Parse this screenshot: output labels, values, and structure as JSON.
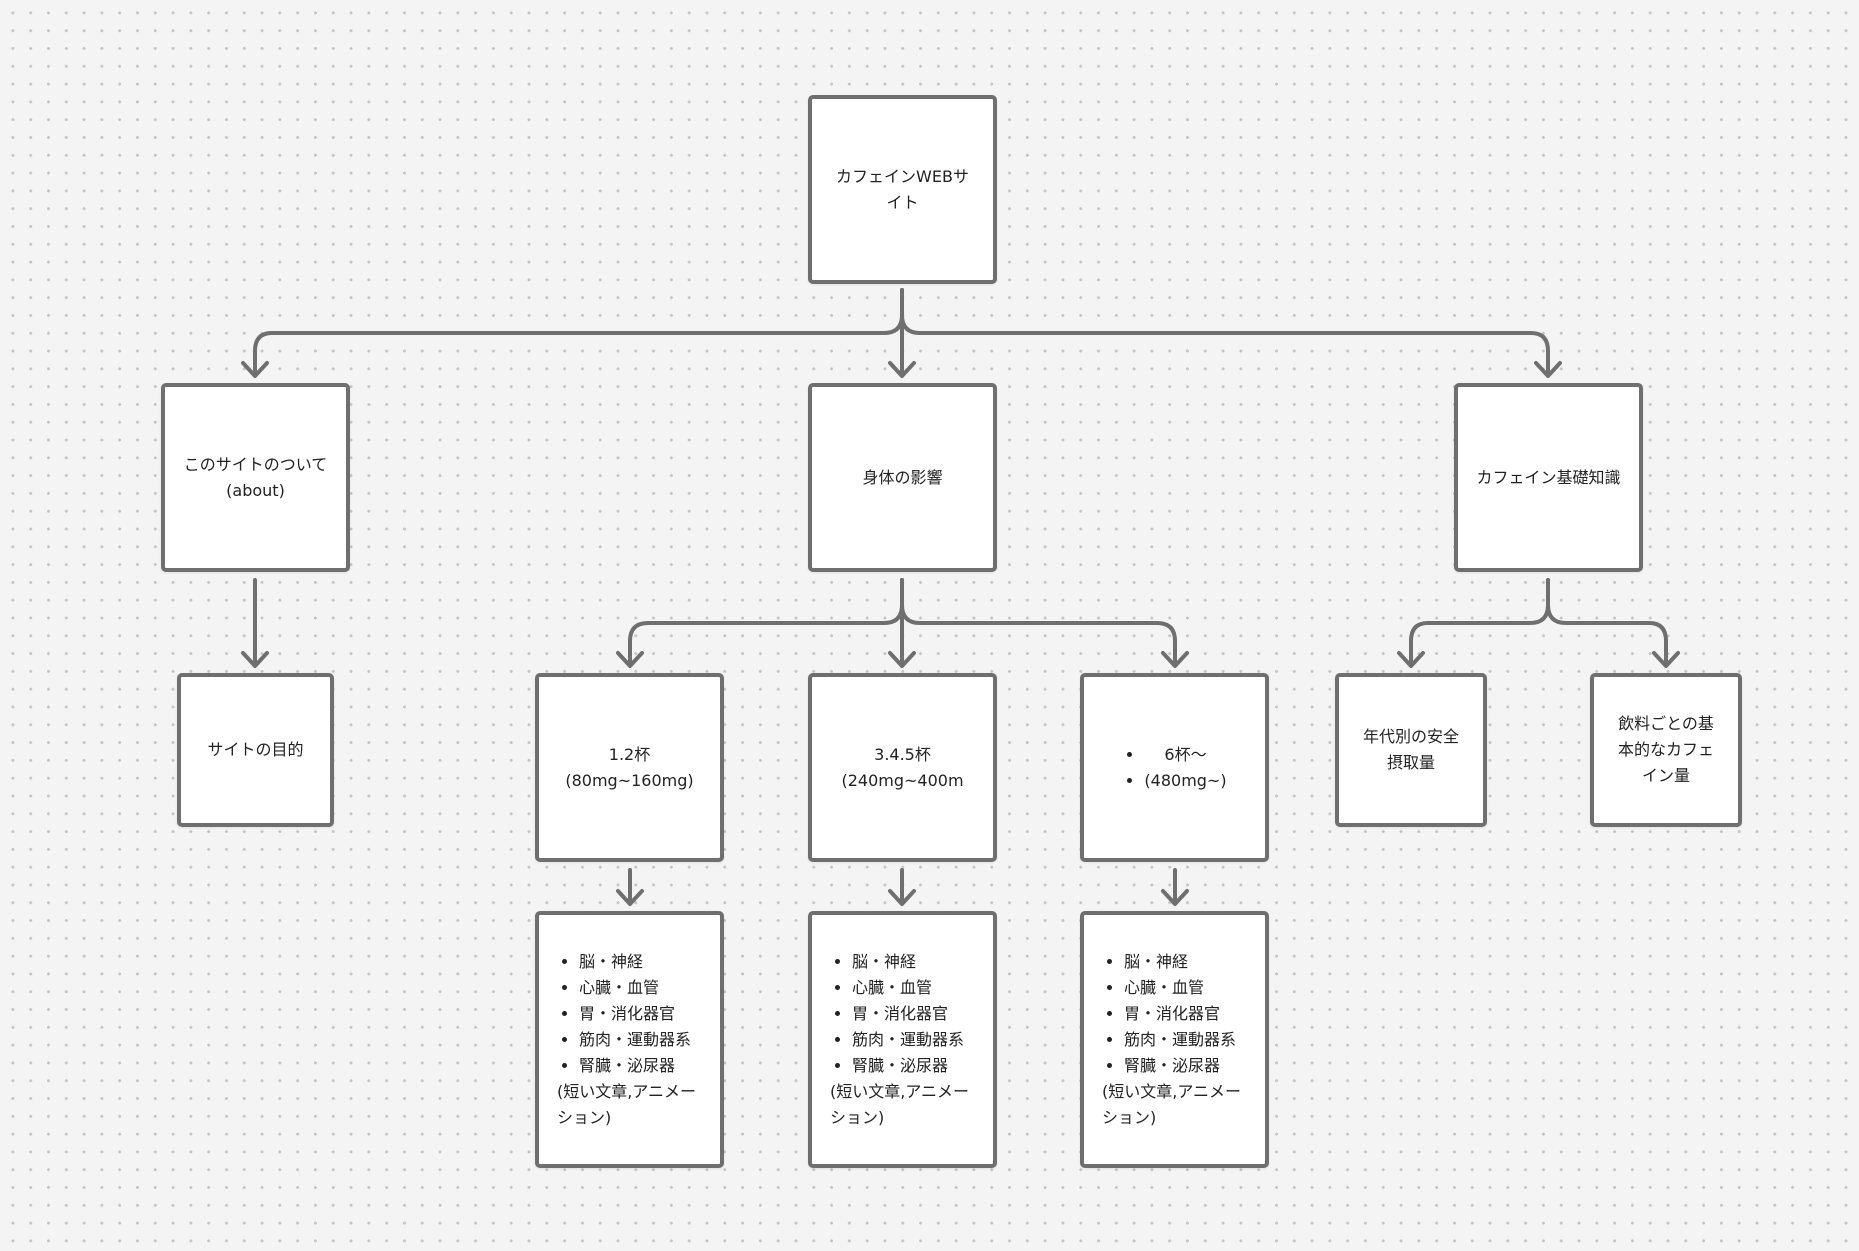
{
  "nodes": {
    "root": "カフェインWEBサ\nイト",
    "about": "このサイトのついて\n(about)",
    "body": "身体の影響",
    "basic": "カフェイン基礎知識",
    "purpose": "サイトの目的",
    "cups_1_2": "1.2杯\n(80mg~160mg)",
    "cups_3_4_5": "3.4.5杯\n(240mg~400m",
    "cups_6_items": [
      "6杯〜",
      "(480mg~)"
    ],
    "age_safe": "年代別の安全\n摂取量",
    "drink_amount": "飲料ごとの基\n本的なカフェ\nイン量"
  },
  "effects": {
    "items": [
      "脳・神経",
      "心臓・血管",
      "胃・消化器官",
      "筋肉・運動器系",
      "腎臓・泌尿器"
    ],
    "note": "(短い文章,アニメー\nション)"
  },
  "colors": {
    "border": "#6f6f6f",
    "connector": "#6f6f6f",
    "background": "#f4f4f4",
    "grid_dot": "#c4c4c4"
  }
}
